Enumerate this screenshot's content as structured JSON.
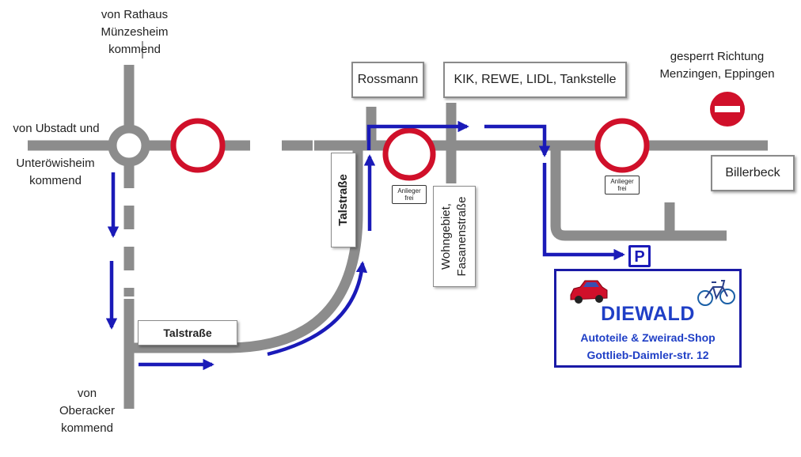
{
  "colors": {
    "road": "#8c8c8c",
    "route": "#1a1ab8",
    "stop_sign": "#d0102a",
    "shop_border": "#1a1aa6",
    "shop_text": "#1f3fc6"
  },
  "origins": {
    "north": [
      "von Rathaus",
      "Münzesheim",
      "kommend"
    ],
    "west": [
      "von Ubstadt und",
      "Unteröwisheim",
      "kommend"
    ],
    "south": [
      "von",
      "Oberacker",
      "kommend"
    ],
    "closed": [
      "gesperrt Richtung",
      "Menzingen, Eppingen"
    ]
  },
  "landmarks": {
    "rossmann": "Rossmann",
    "shops": "KIK, REWE, LIDL, Tankstelle",
    "billerbeck": "Billerbeck"
  },
  "streets": {
    "talstrasse_vertical": "Talstraße",
    "talstrasse_horizontal": "Talstraße",
    "fasanen": [
      "Wohngebiet,",
      "Fasanenstraße"
    ]
  },
  "signs": {
    "anlieger_1": "Anlieger\nfrei",
    "anlieger_2": "Anlieger\nfrei",
    "parking": "P"
  },
  "shop": {
    "name": "DIEWALD",
    "tagline": "Autoteile & Zweirad-Shop",
    "address": "Gottlieb-Daimler-str. 12"
  },
  "icons": [
    "roundabout-icon",
    "no-entry-icon",
    "prohibition-sign-icon",
    "parking-icon",
    "car-icon",
    "bicycle-icon"
  ]
}
